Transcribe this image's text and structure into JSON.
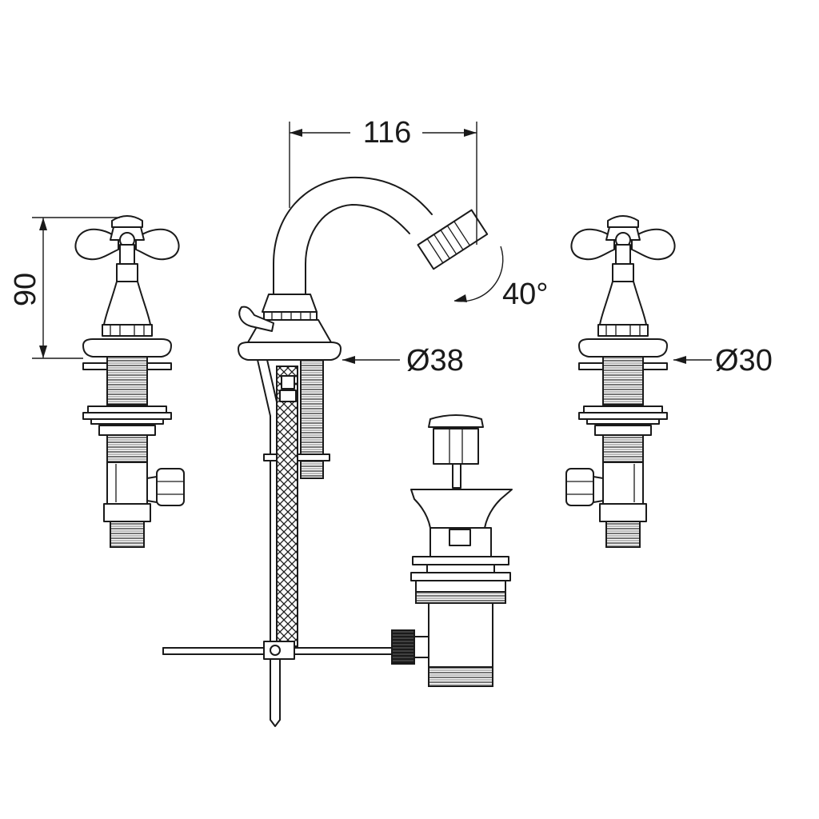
{
  "dimensions": {
    "spout_reach": "116",
    "handle_height": "90",
    "swivel_angle": "40°",
    "base_diameter_center": "Ø38",
    "base_diameter_side": "Ø30"
  },
  "colors": {
    "stroke": "#1a1a1a",
    "background": "#ffffff"
  }
}
